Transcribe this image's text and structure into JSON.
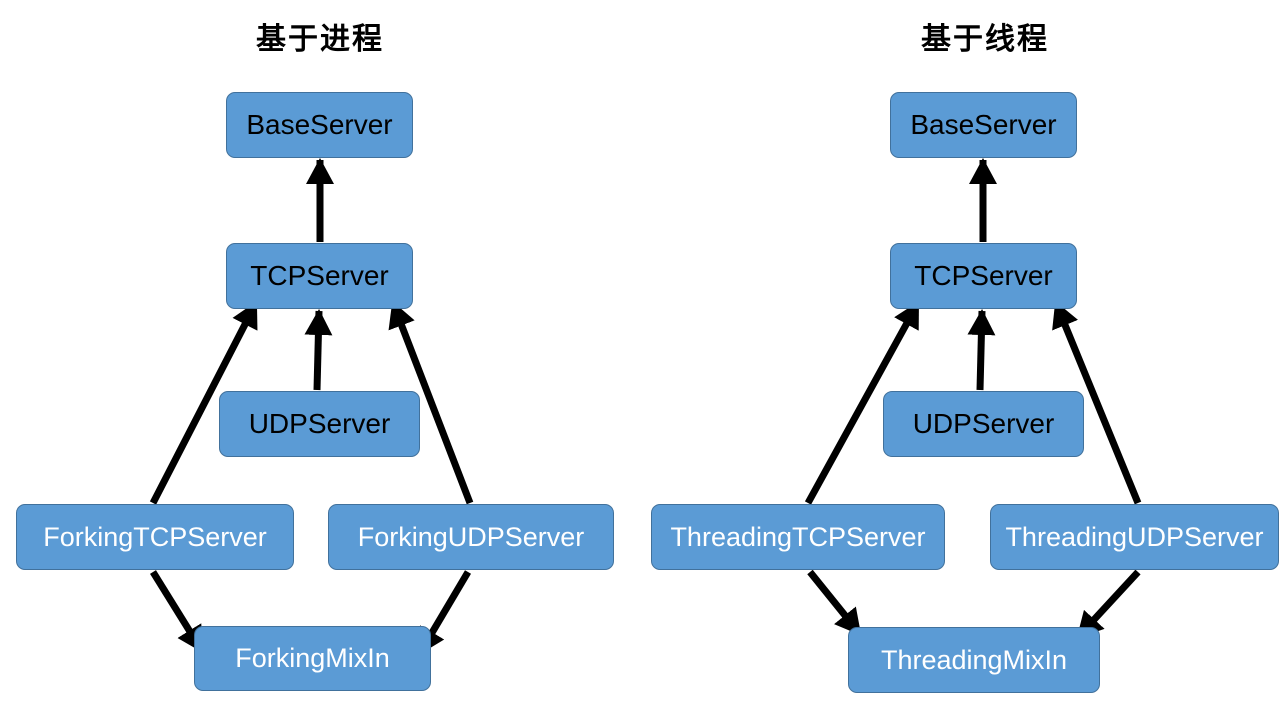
{
  "left": {
    "title": "基于进程",
    "base": "BaseServer",
    "tcp": "TCPServer",
    "udp": "UDPServer",
    "tcp_variant": "ForkingTCPServer",
    "udp_variant": "ForkingUDPServer",
    "mixin": "ForkingMixIn"
  },
  "right": {
    "title": "基于线程",
    "base": "BaseServer",
    "tcp": "TCPServer",
    "udp": "UDPServer",
    "tcp_variant": "ThreadingTCPServer",
    "udp_variant": "ThreadingUDPServer",
    "mixin": "ThreadingMixIn"
  },
  "colors": {
    "box_fill": "#5b9bd5",
    "box_border": "#41719c",
    "arrow": "#000000"
  }
}
